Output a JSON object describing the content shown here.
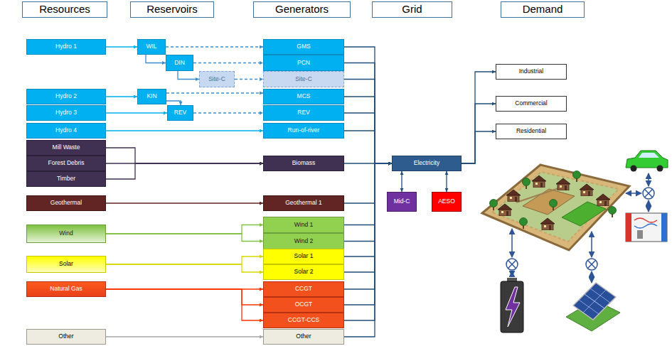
{
  "diagram": {
    "nodes": [
      {
        "text": [
          "Resources"
        ]
      },
      {
        "text": [
          "Reservoirs"
        ]
      },
      {
        "text": [
          "Generators"
        ]
      },
      {
        "text": [
          "Grid"
        ]
      },
      {
        "text": [
          "Demand"
        ]
      },
      {
        "text": [
          "Hydro 1"
        ]
      },
      {
        "text": [
          "Hydro 2"
        ]
      },
      {
        "text": [
          "Hydro 3"
        ]
      },
      {
        "text": [
          "Hydro 4"
        ]
      },
      {
        "text": [
          "Mill Waste"
        ]
      },
      {
        "text": [
          "Forest Debris"
        ]
      },
      {
        "text": [
          "Timber"
        ]
      },
      {
        "text": [
          "Geothermal"
        ]
      },
      {
        "text": [
          "Wind"
        ]
      },
      {
        "text": [
          "Solar"
        ]
      },
      {
        "text": [
          "Natural Gas"
        ]
      },
      {
        "text": [
          "Other"
        ]
      },
      {
        "text": [
          "WIL"
        ]
      },
      {
        "text": [
          "DIN"
        ]
      },
      {
        "text": [
          "Site-C"
        ]
      },
      {
        "text": [
          "KIN"
        ]
      },
      {
        "text": [
          "REV"
        ]
      },
      {
        "text": [
          "GMS"
        ]
      },
      {
        "text": [
          "PCN"
        ]
      },
      {
        "text": [
          "Site-C"
        ]
      },
      {
        "text": [
          "MCS"
        ]
      },
      {
        "text": [
          "REV"
        ]
      },
      {
        "text": [
          "Run-of-river"
        ]
      },
      {
        "text": [
          "Biomass"
        ]
      },
      {
        "text": [
          "Geothermal 1"
        ]
      },
      {
        "text": [
          "Wind 1"
        ]
      },
      {
        "text": [
          "Wind 2"
        ]
      },
      {
        "text": [
          "Solar 1"
        ]
      },
      {
        "text": [
          "Solar 2"
        ]
      },
      {
        "text": [
          "CCGT"
        ]
      },
      {
        "text": [
          "OCGT"
        ]
      },
      {
        "text": [
          "CCGT-CCS"
        ]
      },
      {
        "text": [
          "Other"
        ]
      },
      {
        "text": [
          "Electricity"
        ]
      },
      {
        "text": [
          "Mid-C"
        ]
      },
      {
        "text": [
          "AESO"
        ]
      },
      {
        "text": [
          "Industrial"
        ]
      },
      {
        "text": [
          "Commercial"
        ]
      },
      {
        "text": [
          "Residential"
        ]
      }
    ],
    "edges": [
      {
        "from": 5,
        "to": 17,
        "arrow": "to"
      },
      {
        "from": 17,
        "to": 18,
        "arrow": "to"
      },
      {
        "from": 18,
        "to": 19,
        "arrow": "to"
      },
      {
        "from": 6,
        "to": 20,
        "arrow": "to"
      },
      {
        "from": 7,
        "to": 21,
        "arrow": "to"
      },
      {
        "from": 20,
        "to": 21,
        "arrow": "to"
      },
      {
        "from": 17,
        "to": 22,
        "arrow": "to"
      },
      {
        "from": 18,
        "to": 23,
        "arrow": "to"
      },
      {
        "from": 19,
        "to": 24,
        "arrow": "to"
      },
      {
        "from": 20,
        "to": 25,
        "arrow": "to"
      },
      {
        "from": 21,
        "to": 26,
        "arrow": "to"
      },
      {
        "from": 8,
        "to": 27,
        "arrow": "to"
      },
      {
        "from": 9,
        "to": 28,
        "arrow": "to"
      },
      {
        "from": 10,
        "to": 28,
        "arrow": "to"
      },
      {
        "from": 11,
        "to": 28,
        "arrow": "to"
      },
      {
        "from": 12,
        "to": 29,
        "arrow": "to"
      },
      {
        "from": 13,
        "to": 30,
        "arrow": "to"
      },
      {
        "from": 13,
        "to": 31,
        "arrow": "to"
      },
      {
        "from": 14,
        "to": 32,
        "arrow": "to"
      },
      {
        "from": 14,
        "to": 33,
        "arrow": "to"
      },
      {
        "from": 15,
        "to": 34,
        "arrow": "to"
      },
      {
        "from": 15,
        "to": 35,
        "arrow": "to"
      },
      {
        "from": 15,
        "to": 36,
        "arrow": "to"
      },
      {
        "from": 16,
        "to": 37,
        "arrow": "to"
      },
      {
        "from": 22,
        "to": 38,
        "arrow": "to"
      },
      {
        "from": 23,
        "to": 38,
        "arrow": "to"
      },
      {
        "from": 24,
        "to": 38,
        "arrow": "to"
      },
      {
        "from": 25,
        "to": 38,
        "arrow": "to"
      },
      {
        "from": 26,
        "to": 38,
        "arrow": "to"
      },
      {
        "from": 27,
        "to": 38,
        "arrow": "to"
      },
      {
        "from": 28,
        "to": 38,
        "arrow": "to"
      },
      {
        "from": 29,
        "to": 38,
        "arrow": "to"
      },
      {
        "from": 30,
        "to": 38,
        "arrow": "to"
      },
      {
        "from": 31,
        "to": 38,
        "arrow": "to"
      },
      {
        "from": 32,
        "to": 38,
        "arrow": "to"
      },
      {
        "from": 33,
        "to": 38,
        "arrow": "to"
      },
      {
        "from": 34,
        "to": 38,
        "arrow": "to"
      },
      {
        "from": 35,
        "to": 38,
        "arrow": "to"
      },
      {
        "from": 36,
        "to": 38,
        "arrow": "to"
      },
      {
        "from": 37,
        "to": 38,
        "arrow": "to"
      },
      {
        "from": 38,
        "to": 39,
        "arrow": "both"
      },
      {
        "from": 38,
        "to": 40,
        "arrow": "both"
      },
      {
        "from": 38,
        "to": 41,
        "arrow": "to"
      },
      {
        "from": 38,
        "to": 42,
        "arrow": "to"
      },
      {
        "from": 38,
        "to": 43,
        "arrow": "to"
      }
    ]
  }
}
